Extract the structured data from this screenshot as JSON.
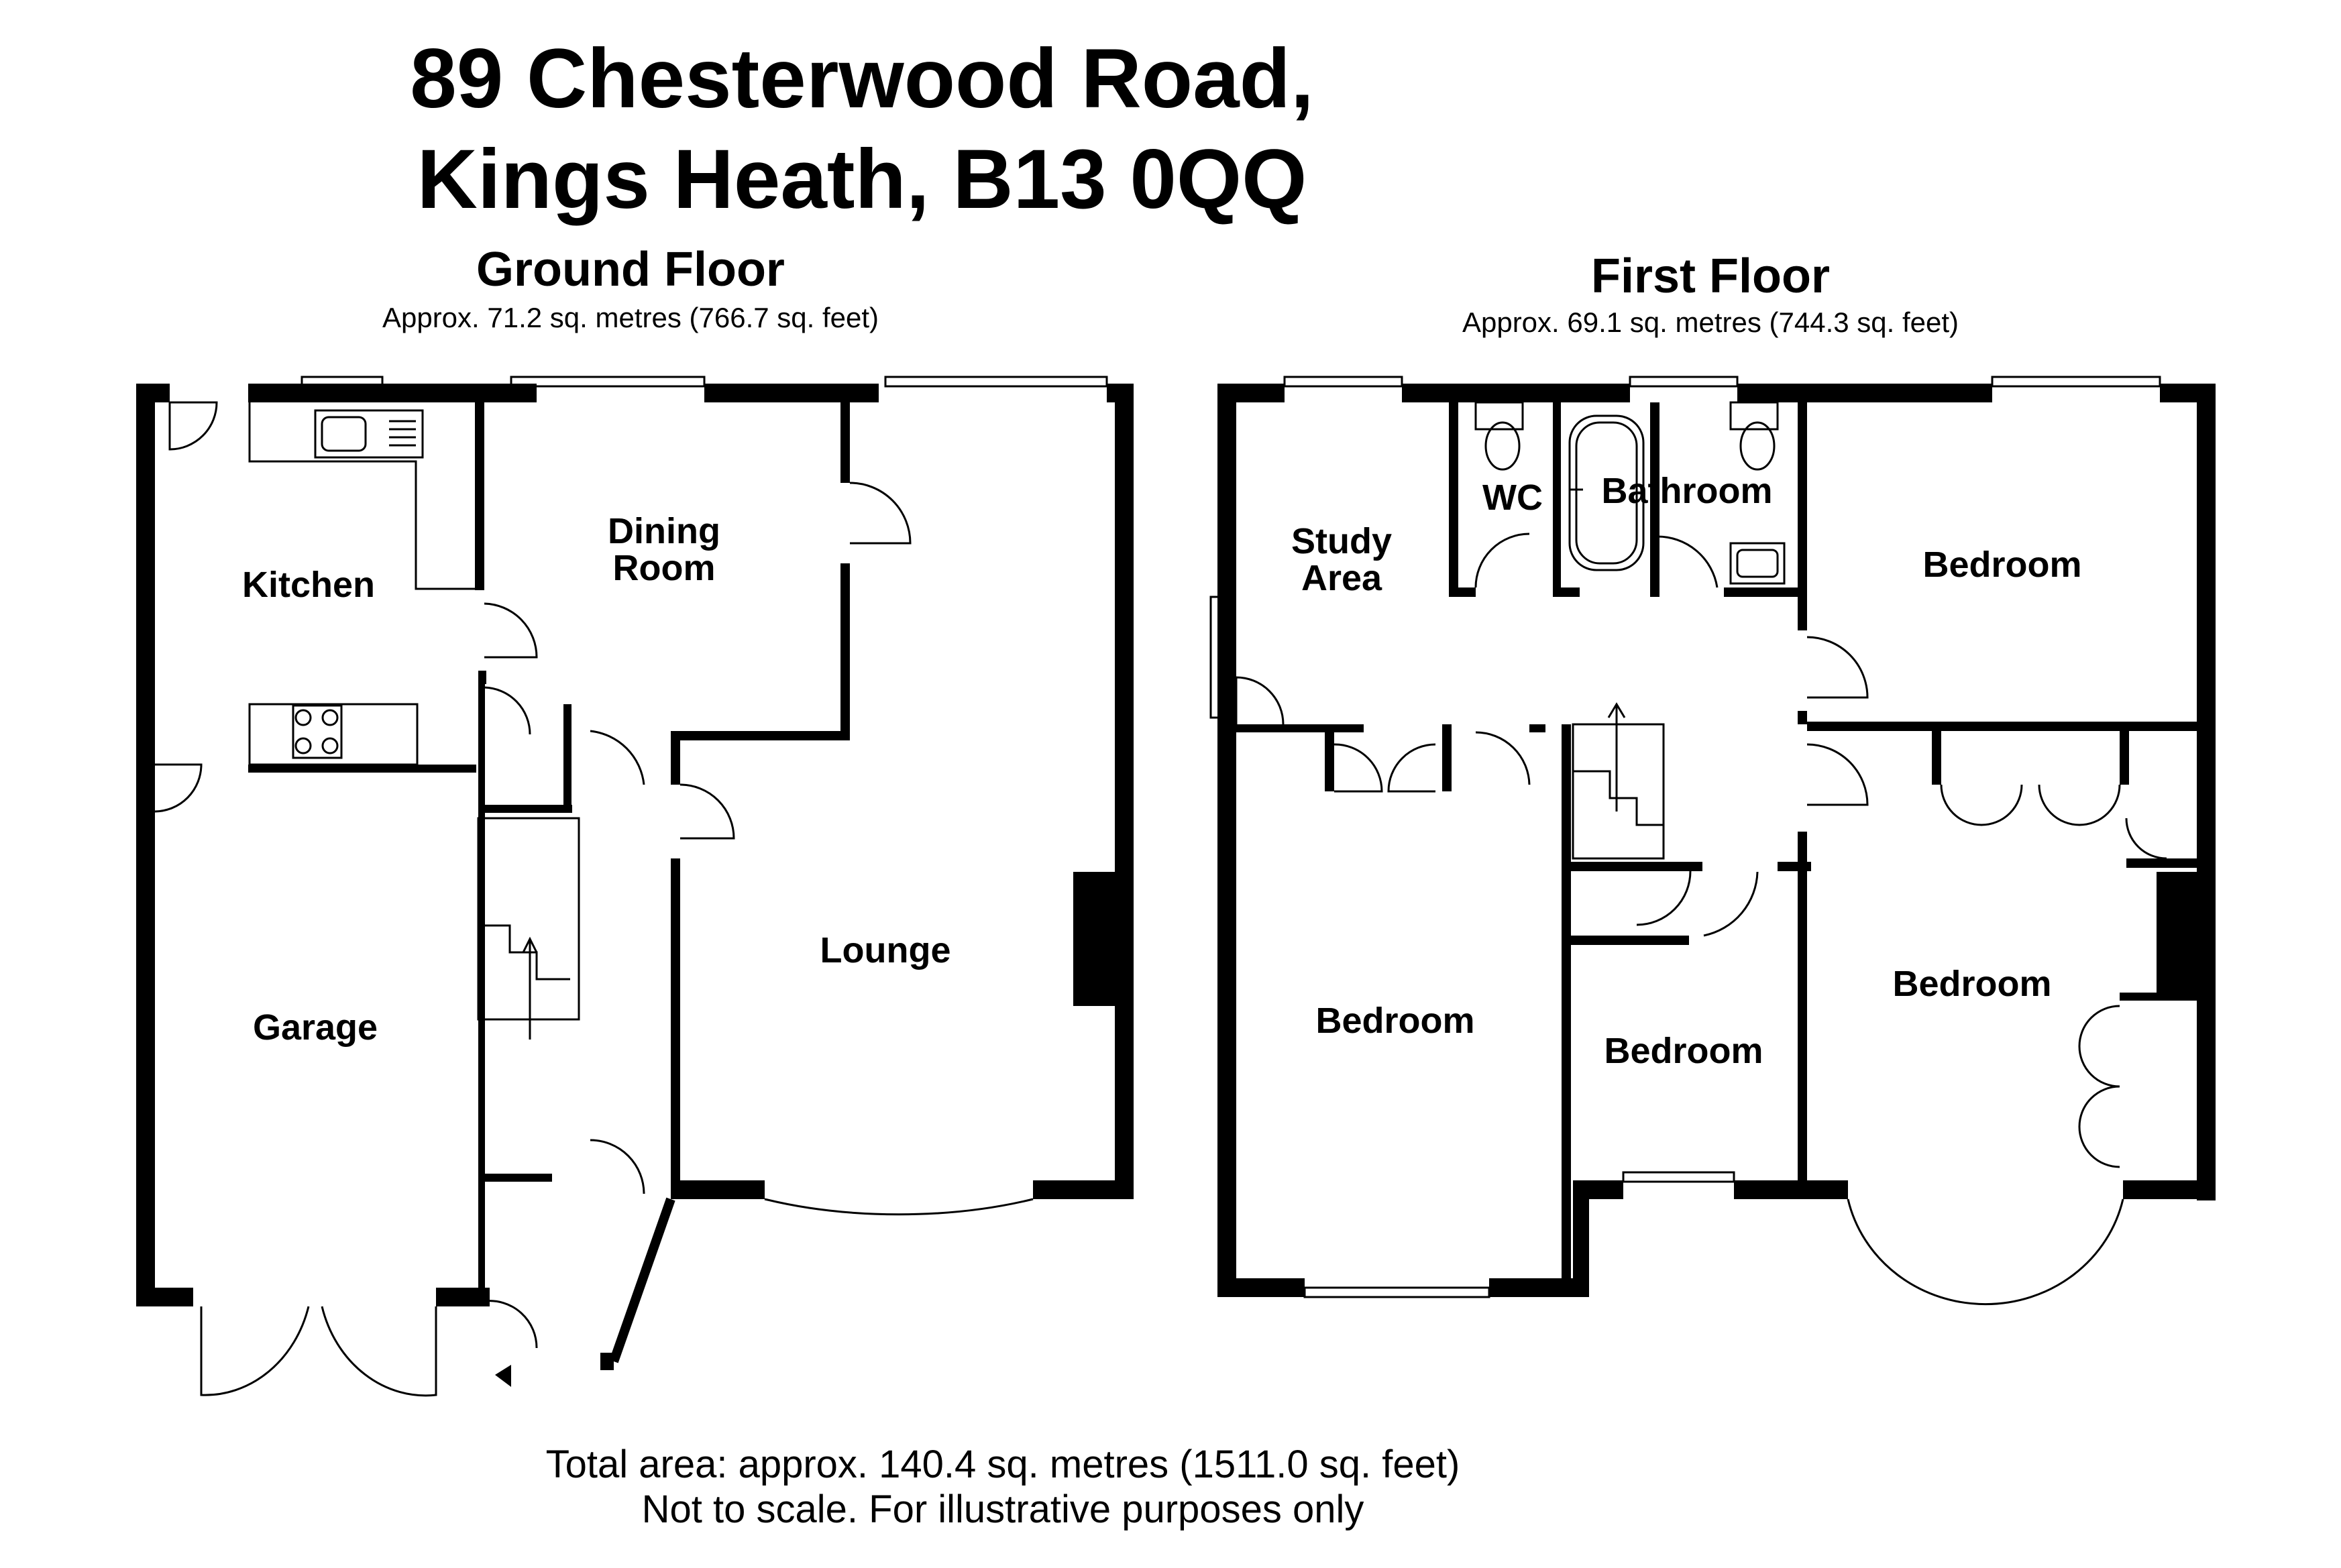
{
  "header": {
    "line1": "89 Chesterwood Road,",
    "line2": "Kings Heath, B13 0QQ"
  },
  "ground_floor": {
    "title": "Ground Floor",
    "area": "Approx. 71.2 sq. metres (766.7 sq. feet)",
    "rooms": {
      "kitchen": "Kitchen",
      "dining_line1": "Dining",
      "dining_line2": "Room",
      "garage": "Garage",
      "lounge": "Lounge"
    }
  },
  "first_floor": {
    "title": "First Floor",
    "area": "Approx. 69.1 sq. metres (744.3 sq. feet)",
    "rooms": {
      "study_line1": "Study",
      "study_line2": "Area",
      "wc": "WC",
      "bathroom": "Bathroom",
      "bedroom_rear_right": "Bedroom",
      "bedroom_front_left": "Bedroom",
      "bedroom_front_middle": "Bedroom",
      "bedroom_front_right": "Bedroom"
    }
  },
  "footer": {
    "total": "Total area: approx. 140.4 sq. metres (1511.0 sq. feet)",
    "note": "Not to scale. For illustrative purposes only"
  },
  "colors": {
    "wall": "#000000",
    "line": "#000000",
    "background": "#ffffff"
  }
}
